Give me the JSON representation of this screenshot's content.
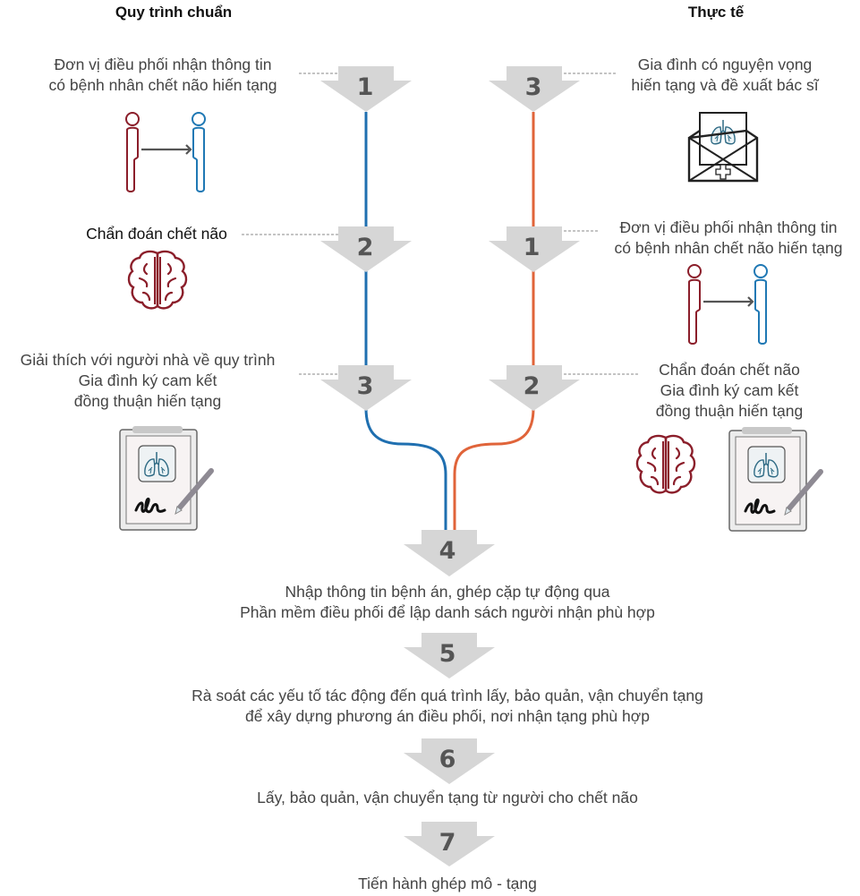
{
  "headings": {
    "standard": "Quy trình chuẩn",
    "actual": "Thực tế"
  },
  "colors": {
    "standard_line": "#1f6fb0",
    "actual_line": "#e0643a",
    "arrow_fill": "#d6d6d6",
    "number": "#555555",
    "person_giver": "#8b1e2a",
    "person_receiver": "#1f78b4",
    "brain": "#8b1e2a",
    "lungs": "#2e6a84"
  },
  "standard_steps": [
    {
      "number": "1",
      "lines": [
        "Đơn vị điều phối nhận thông tin",
        "có bệnh nhân chết não hiến tạng"
      ],
      "icon": "people-transfer-icon"
    },
    {
      "number": "2",
      "lines": [
        "Chẩn đoán chết não"
      ],
      "icon": "brain-icon"
    },
    {
      "number": "3",
      "lines": [
        "Giải thích với người nhà về quy trình",
        "Gia đình ký cam kết",
        "đồng thuận hiến tạng"
      ],
      "icon": "signed-clipboard-icon"
    }
  ],
  "actual_steps": [
    {
      "number": "3",
      "lines": [
        "Gia đình có nguyện vọng",
        "hiến tạng và đề xuất bác sĩ"
      ],
      "icon": "medical-envelope-icon"
    },
    {
      "number": "1",
      "lines": [
        "Đơn vị điều phối nhận thông tin",
        "có bệnh nhân chết não hiến tạng"
      ],
      "icon": "people-transfer-icon"
    },
    {
      "number": "2",
      "lines": [
        "Chẩn đoán chết não",
        "Gia đình ký cam kết",
        "đồng thuận hiến tạng"
      ],
      "icon": "brain-and-clipboard-icon"
    }
  ],
  "shared_steps": [
    {
      "number": "4",
      "lines": [
        "Nhập thông tin bệnh án, ghép cặp tự động qua",
        "Phần mềm điều phối để lập danh sách người nhận phù hợp"
      ]
    },
    {
      "number": "5",
      "lines": [
        "Rà soát các yếu tố tác động đến quá trình lấy, bảo quản, vận chuyển tạng",
        "để xây dựng phương án điều phối, nơi nhận tạng phù hợp"
      ]
    },
    {
      "number": "6",
      "lines": [
        "Lấy, bảo quản, vận chuyển tạng từ người cho chết não"
      ]
    },
    {
      "number": "7",
      "lines": [
        "Tiến hành ghép mô - tạng"
      ]
    }
  ]
}
